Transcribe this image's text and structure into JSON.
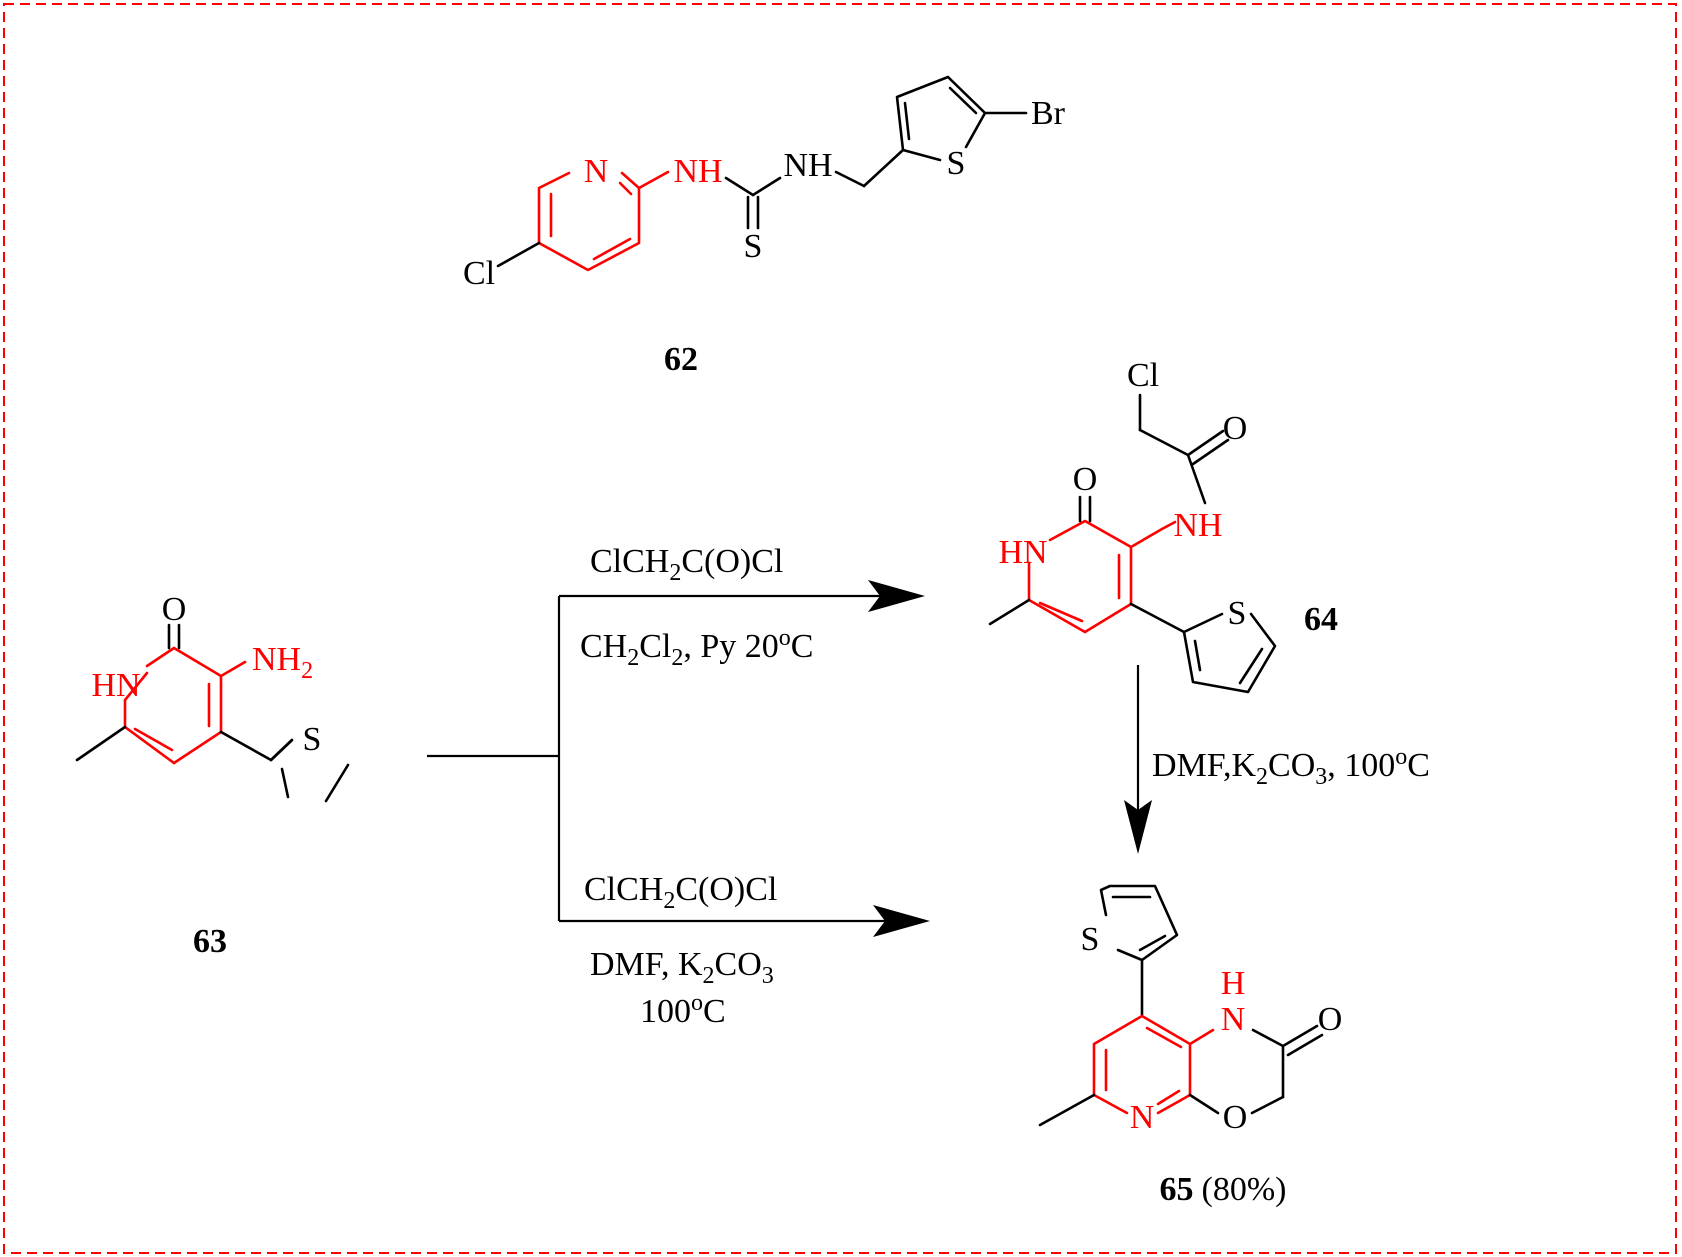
{
  "colors": {
    "accent": "#ff0000",
    "ink": "#000000",
    "border": "#ff0000"
  },
  "compounds": {
    "c62": {
      "label": "62"
    },
    "c63": {
      "label": "63"
    },
    "c64": {
      "label": "64"
    },
    "c65": {
      "label": "65",
      "yield": "(80%)"
    }
  },
  "atoms": {
    "N": "N",
    "NH": "NH",
    "HN": "HN",
    "H": "H",
    "NH2": "NH",
    "two": "2",
    "O": "O",
    "S": "S",
    "Cl": "Cl",
    "Br": "Br"
  },
  "reagents": {
    "top_line1": {
      "a": "ClCH",
      "b": "2",
      "c": "C(O)Cl"
    },
    "top_line2": {
      "a": "CH",
      "b": "2",
      "c": "Cl",
      "d": "2",
      "e": ", Py 20",
      "f": "o",
      "g": "C"
    },
    "right": {
      "a": "DMF,K",
      "b": "2",
      "c": "CO",
      "d": "3",
      "e": ", 100",
      "f": "o",
      "g": "C"
    },
    "bottom_line1": {
      "a": "ClCH",
      "b": "2",
      "c": "C(O)Cl"
    },
    "bottom_line2": {
      "a": "DMF, K",
      "b": "2",
      "c": "CO",
      "d": "3"
    },
    "bottom_line3": {
      "a": "100",
      "b": "o",
      "c": "C"
    }
  }
}
